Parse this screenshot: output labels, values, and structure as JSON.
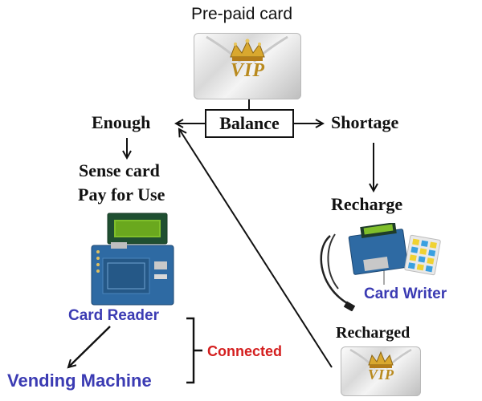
{
  "labels": {
    "prepaid_card": "Pre-paid card",
    "balance": "Balance",
    "enough": "Enough",
    "shortage": "Shortage",
    "sense_card": "Sense card",
    "pay_for_use": "Pay for Use",
    "recharge": "Recharge",
    "card_writer": "Card Writer",
    "card_reader": "Card Reader",
    "connected": "Connected",
    "recharged": "Recharged",
    "vending_machine": "Vending Machine",
    "card_mark": "VIP"
  },
  "colors": {
    "blue": "#3b3bb3",
    "red": "#d41f1f",
    "line": "#111111",
    "pcb_blue": "#2e6aa3",
    "lcd_green": "#7fbf2a"
  },
  "icons": {
    "prepaid_card": "vip-card",
    "recharged_card": "vip-card",
    "card_reader": "card-reader-device",
    "card_writer": "card-writer-device"
  }
}
